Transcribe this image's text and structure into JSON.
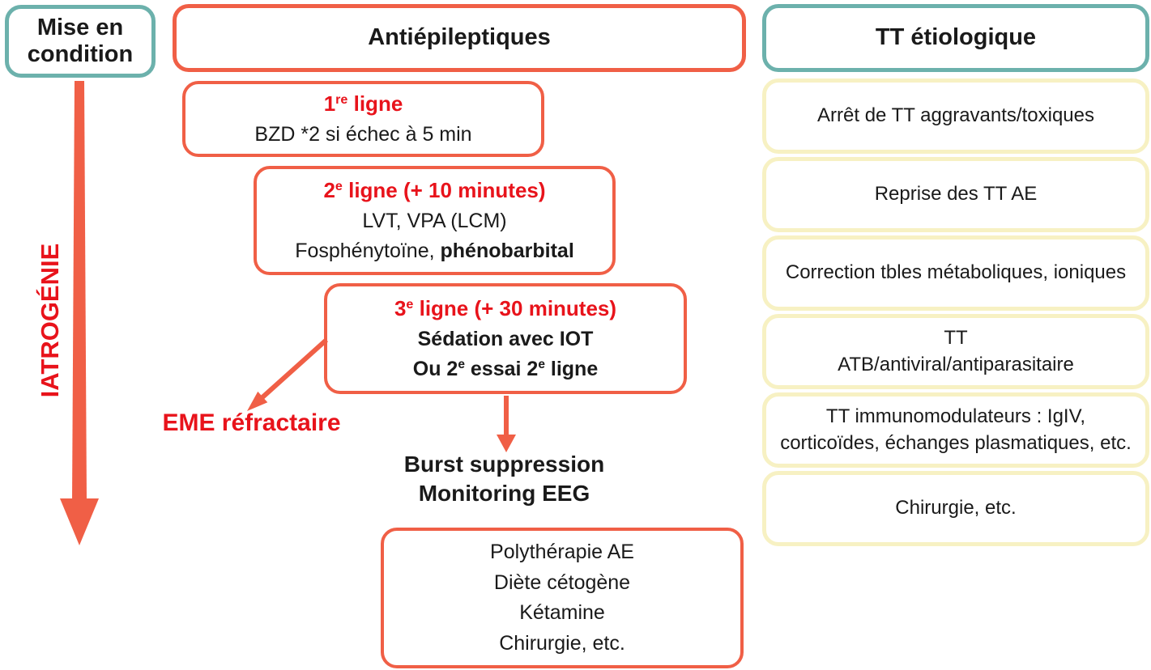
{
  "colors": {
    "teal_border": "#6cb1ac",
    "coral_accent": "#f05f46",
    "red_text": "#e8131b",
    "yellow_border": "#f7f1c3",
    "text": "#1a1a1a"
  },
  "left": {
    "mise_en_condition_line1": "Mise en",
    "mise_en_condition_line2": "condition",
    "iatrogenie": "IATROGÉNIE"
  },
  "antiepileptiques": {
    "title": "Antiépileptiques",
    "box1": {
      "num": "1",
      "sup": "re",
      "rest": " ligne",
      "body": "BZD *2 si échec à 5 min"
    },
    "box2": {
      "num": "2",
      "sup": "e",
      "rest": " ligne (+ 10 minutes)",
      "body1": "LVT, VPA (LCM)",
      "body2_regular": "Fosphénytoïne, ",
      "body2_bold": "phénobarbital"
    },
    "box3": {
      "num": "3",
      "sup": "e",
      "rest": " ligne (+ 30 minutes)",
      "body1": "Sédation avec IOT",
      "tail": {
        "s1": "Ou 2",
        "sup1": "e",
        "s2": " essai 2",
        "sup2": "e",
        "s3": " ligne"
      }
    },
    "eme_refractaire": "EME réfractaire",
    "burst_line1": "Burst suppression",
    "burst_line2": "Monitoring EEG",
    "refractory_box": [
      "Polythérapie AE",
      "Diète cétogène",
      "Kétamine",
      "Chirurgie, etc."
    ]
  },
  "etiologique": {
    "title": "TT étiologique",
    "boxes": [
      [
        "Arrêt de TT aggravants/toxiques"
      ],
      [
        "Reprise des TT AE"
      ],
      [
        "Correction tbles métaboliques, ioniques"
      ],
      [
        "TT",
        "ATB/antiviral/antiparasitaire"
      ],
      [
        "TT immunomodulateurs : IgIV,",
        "corticoïdes, échanges plasmatiques, etc."
      ],
      [
        "Chirurgie, etc."
      ]
    ]
  }
}
